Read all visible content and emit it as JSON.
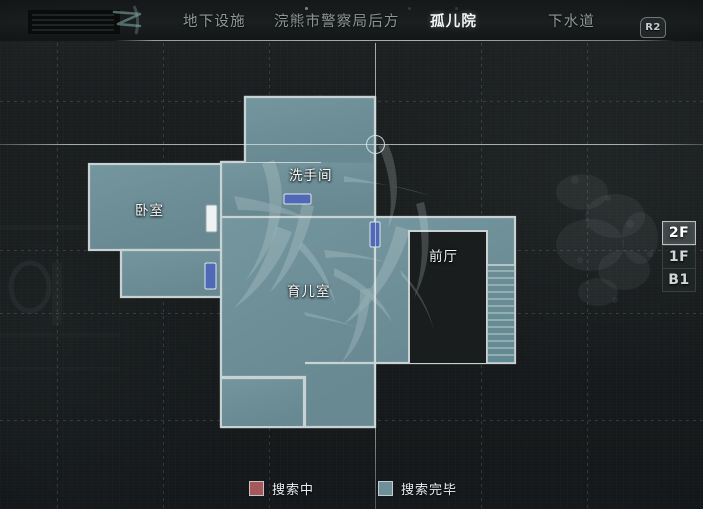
{
  "header": {
    "tabs": [
      {
        "label": "地下设施",
        "active": false
      },
      {
        "label": "浣熊市警察局后方",
        "active": false
      },
      {
        "label": "孤儿院",
        "active": true
      },
      {
        "label": "下水道",
        "active": false
      }
    ],
    "button_hint": "R2"
  },
  "floors": {
    "items": [
      {
        "label": "2F",
        "selected": true
      },
      {
        "label": "1F",
        "selected": false
      },
      {
        "label": "B1",
        "selected": false
      }
    ]
  },
  "map": {
    "rooms": [
      {
        "id": "bedroom",
        "label": "卧室",
        "status": "searched"
      },
      {
        "id": "bathroom",
        "label": "洗手间",
        "status": "searched"
      },
      {
        "id": "nursery",
        "label": "育儿室",
        "status": "searched"
      },
      {
        "id": "foyer",
        "label": "前厅",
        "status": "unsearched"
      }
    ],
    "doors": [
      {
        "id": "door-bedroom-east",
        "color": "#e9eef0"
      },
      {
        "id": "door-corridor-east",
        "color": "#4f69b6"
      },
      {
        "id": "door-bathroom-south",
        "color": "#4f69b6"
      },
      {
        "id": "door-nursery-east",
        "color": "#4f69b6"
      }
    ],
    "player_marker": "player-position-ring",
    "colors": {
      "room_searched": "#6f9098",
      "room_unsearched": "#191d1e",
      "wall": "#c9d2d2",
      "crosshair": "#dae4e4"
    }
  },
  "legend": {
    "items": [
      {
        "label": "搜索中",
        "color": "#a4595d"
      },
      {
        "label": "搜索完毕",
        "color": "#6f9098"
      }
    ]
  }
}
